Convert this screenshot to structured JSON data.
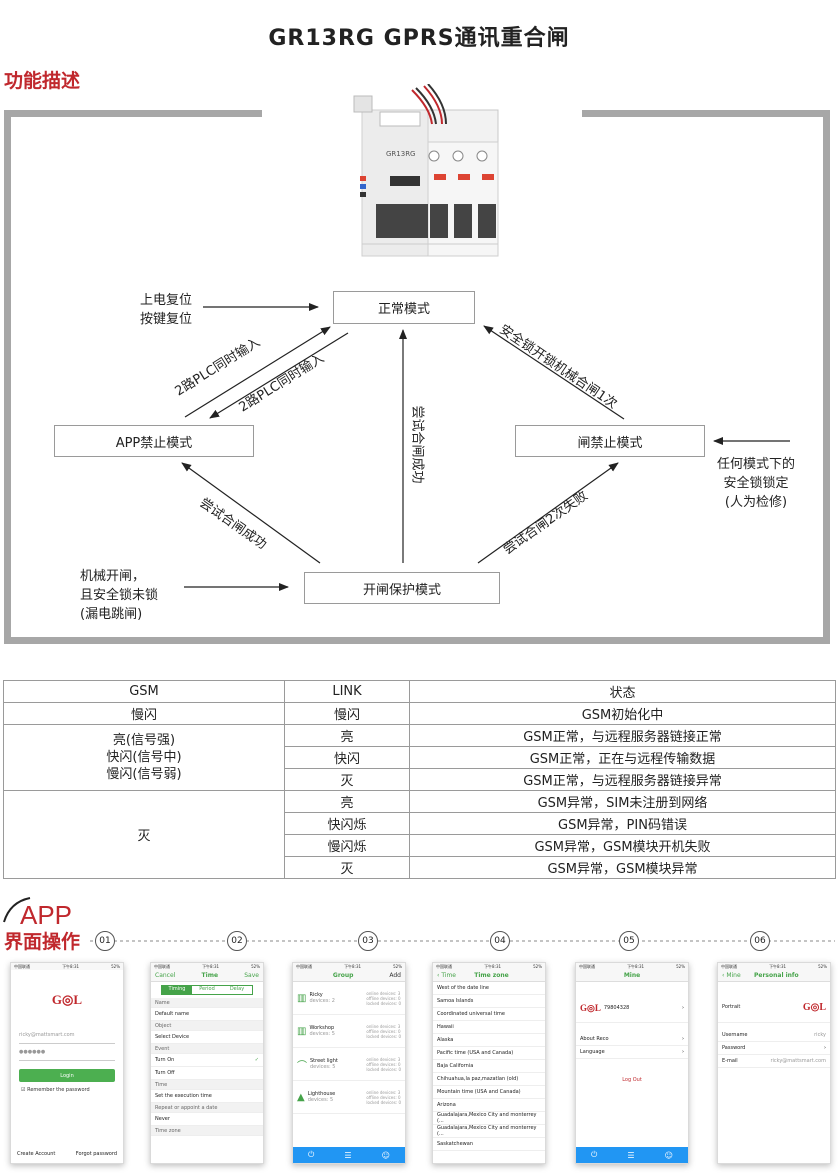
{
  "title": "GR13RG GPRS通讯重合闸",
  "section_function": "功能描述",
  "diagram": {
    "normal_mode": "正常模式",
    "app_disable_mode": "APP禁止模式",
    "switch_disable_mode": "闸禁止模式",
    "open_protect_mode": "开闸保护模式",
    "power_reset_line1": "上电复位",
    "power_reset_line2": "按键复位",
    "plc_input_up": "2路PLC同时输入",
    "plc_input_down": "2路PLC同时输入",
    "lock_open_manual": "安全锁开锁机械合闸1次",
    "try_close_success_center": "尝试合闸成功",
    "try_close_success_left": "尝试合闸成功",
    "try_close_fail": "尝试合闸2次失败",
    "any_mode_line1": "任何模式下的",
    "any_mode_line2": "安全锁锁定",
    "any_mode_line3": "(人为检修)",
    "mech_open_line1": "机械开闸，",
    "mech_open_line2": "且安全锁未锁",
    "mech_open_line3": "(漏电跳闸)",
    "device_label": "GR13RG"
  },
  "status_table": {
    "headers": [
      "GSM",
      "LINK",
      "状态"
    ],
    "gsm_slow": "慢闪",
    "gsm_group2_line1": "亮(信号强)",
    "gsm_group2_line2": "快闪(信号中)",
    "gsm_group2_line3": "慢闪(信号弱)",
    "gsm_off": "灭",
    "rows": [
      {
        "link": "慢闪",
        "state": "GSM初始化中"
      },
      {
        "link": "亮",
        "state": "GSM正常，与远程服务器链接正常"
      },
      {
        "link": "快闪",
        "state": "GSM正常，正在与远程传输数据"
      },
      {
        "link": "灭",
        "state": "GSM正常，与远程服务器链接异常"
      },
      {
        "link": "亮",
        "state": "GSM异常，SIM未注册到网络"
      },
      {
        "link": "快闪烁",
        "state": "GSM异常，PIN码错误"
      },
      {
        "link": "慢闪烁",
        "state": "GSM异常，GSM模块开机失败"
      },
      {
        "link": "灭",
        "state": "GSM异常，GSM模块异常"
      }
    ]
  },
  "app_section": {
    "title": "APP",
    "subtitle": "界面操作",
    "steps": [
      "01",
      "02",
      "03",
      "04",
      "05",
      "06"
    ]
  },
  "phones": {
    "status_carrier": "中国联通",
    "status_time": "下午8:31",
    "status_batt": "52%",
    "login": {
      "logo": "G◎L",
      "user": "ricky@mattsmart.com",
      "password": "●●●●●●",
      "button": "Login",
      "remember": "Remember the password",
      "create": "Create Account",
      "forgot": "Forgot password"
    },
    "time": {
      "cancel": "Cancel",
      "title": "Time",
      "save": "Save",
      "tabs": [
        "Timing",
        "Period",
        "Delay"
      ],
      "name_hdr": "Name",
      "name_val": "Default name",
      "object_hdr": "Object",
      "object_val": "Select Device",
      "event_hdr": "Event",
      "turn_on": "Turn On",
      "turn_off": "Turn Off",
      "time_hdr": "Time",
      "time_val": "Set the execution time",
      "repeat_hdr": "Repeat or appoint a date",
      "repeat_val": "Never",
      "zone_hdr": "Time zone"
    },
    "group": {
      "title": "Group",
      "add": "Add",
      "items": [
        {
          "name": "Ricky",
          "devices": "devices: 2"
        },
        {
          "name": "Workshop",
          "devices": "devices: 5"
        },
        {
          "name": "Street light",
          "devices": "devices: 5"
        },
        {
          "name": "Lighthouse",
          "devices": "devices: 5"
        }
      ],
      "online": "online devices: 3",
      "offline": "offline devices: 0",
      "locked": "locked devices: 0"
    },
    "zone": {
      "back": "Time",
      "title": "Time zone",
      "items": [
        "West of the date line",
        "Samoa Islands",
        "Coordinated universal time",
        "Hawaii",
        "Alaska",
        "Pacific time (USA and Canada)",
        "Baja California",
        "Chihuahua,la paz,mazatlan (old)",
        "Mountain time (USA and Canada)",
        "Arizona",
        "Guadalajara,Mexico City and monterrey (...",
        "Guadalajara,Mexico City and monterrey (...",
        "Saskatchewan"
      ]
    },
    "mine": {
      "title": "Mine",
      "account": "79804328",
      "about": "About Reco",
      "language": "Language",
      "logout": "Log Out"
    },
    "personal": {
      "back": "Mine",
      "title": "Personal info",
      "portrait": "Portrait",
      "username": "Username",
      "username_val": "ricky",
      "password": "Password",
      "email": "E-mail",
      "email_val": "ricky@mattsmart.com"
    }
  }
}
